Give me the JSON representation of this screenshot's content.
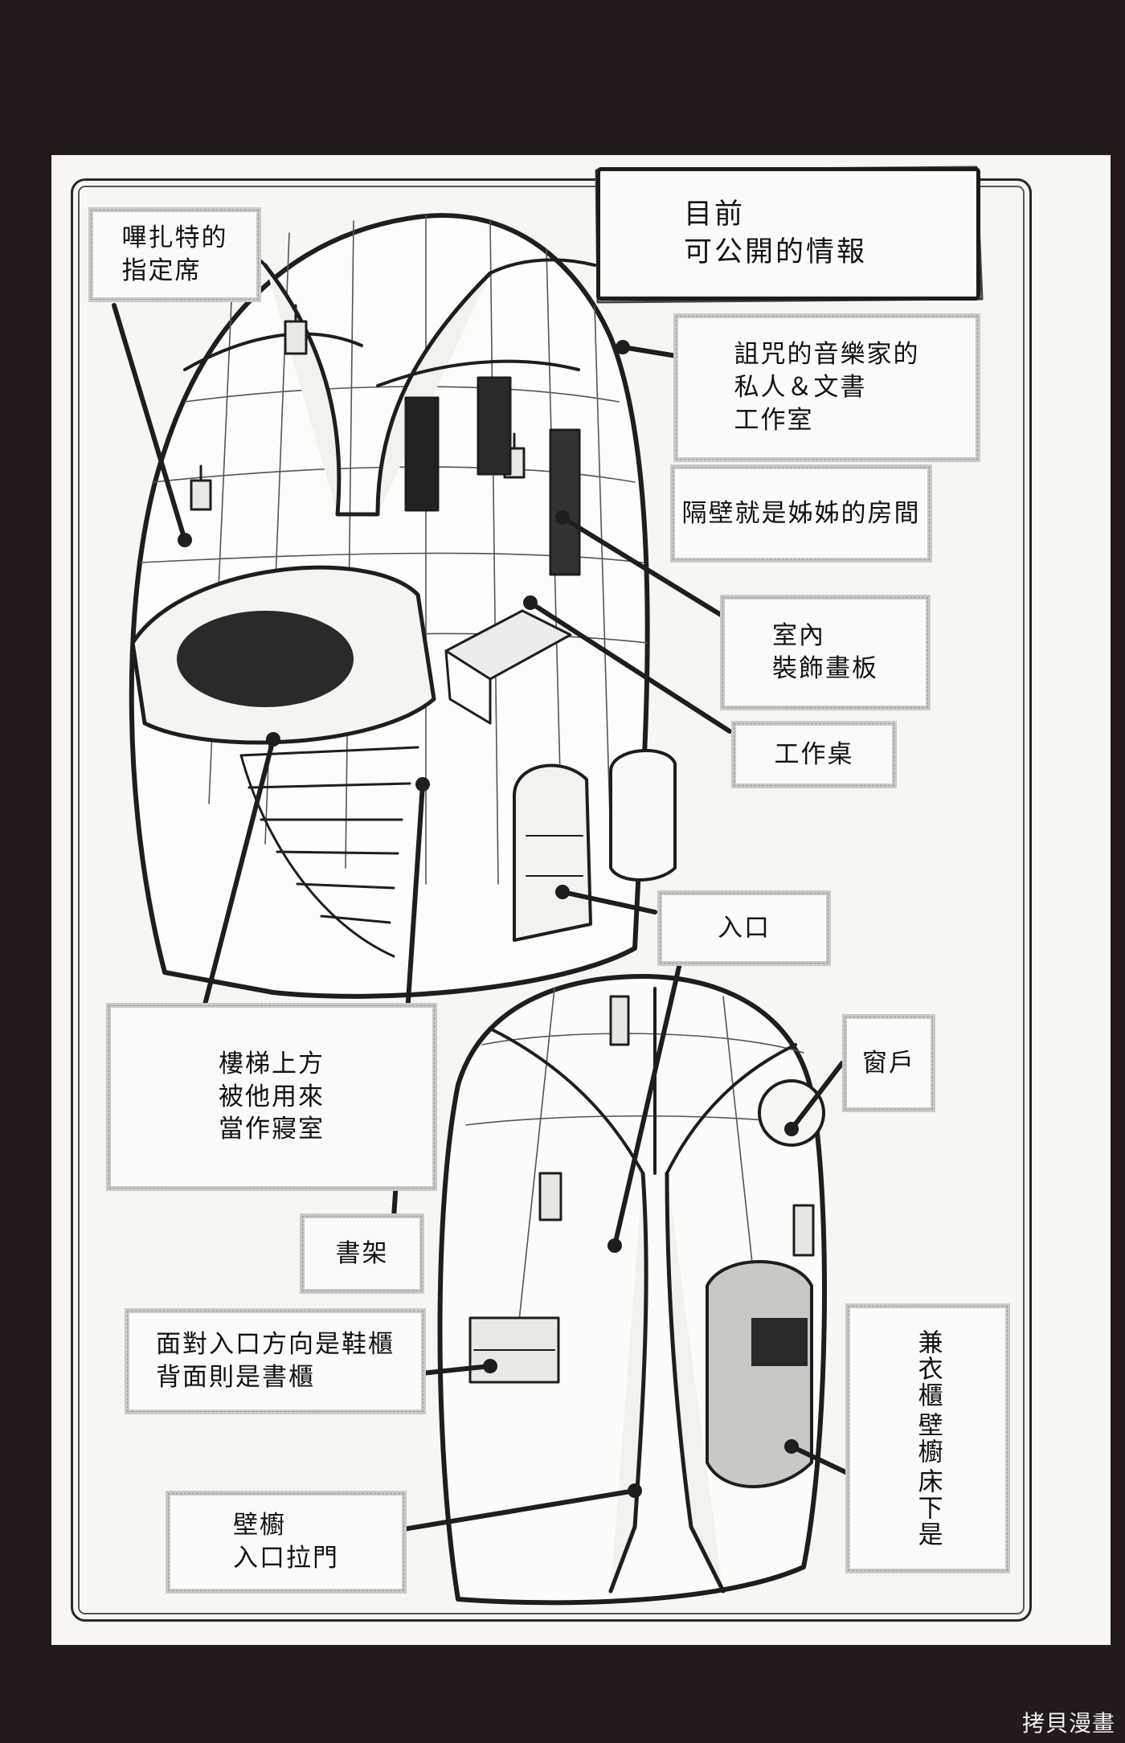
{
  "title_box": {
    "line1": "目前",
    "line2": "可公開的情報"
  },
  "labels": {
    "seat": "嗶扎特的\n指定席",
    "studio": "詛咒的音樂家的\n私人＆文書\n工作室",
    "sister": "隔壁就是姊姊的房間",
    "panel": "室內\n裝飾畫板",
    "desk": "工作桌",
    "entrance": "入口",
    "stairs": "樓梯上方\n被他用來\n當作寢室",
    "bookshelf": "書架",
    "window": "窗戶",
    "shoe": "面對入口方向是鞋櫃\n背面則是書櫃",
    "bed_col1": "床下是",
    "bed_col2": "兼衣櫃",
    "bed_col2_prefix": "壁櫥",
    "closet": "壁櫥\n入口拉門"
  },
  "watermark": "拷貝漫畫"
}
